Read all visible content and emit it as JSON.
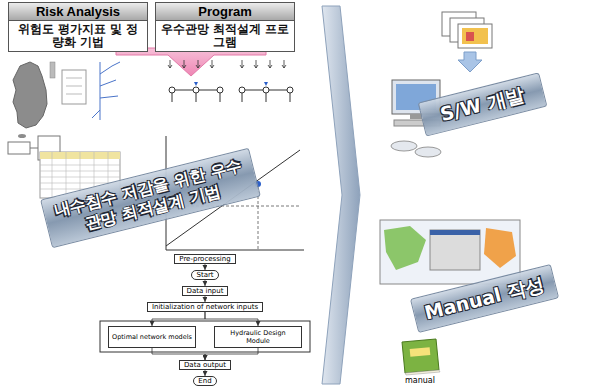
{
  "diagram": {
    "nodes": [
      {
        "text": [
          "Risk Analysis",
          "위험도 평가지표 및 정량화 기법"
        ]
      },
      {
        "text": [
          "Program",
          "우수관망 최적설계 프로그램"
        ]
      },
      {
        "text": [
          "내수침수 저감을 위한 우수관망 최적설계 기법"
        ]
      },
      {
        "text": [
          "Pre-processing"
        ]
      },
      {
        "text": [
          "Start"
        ]
      },
      {
        "text": [
          "Data input"
        ]
      },
      {
        "text": [
          "Initialization of network inputs"
        ]
      },
      {
        "text": [
          "Optimal network models"
        ]
      },
      {
        "text": [
          "Hydraulic Design Module"
        ]
      },
      {
        "text": [
          "Data output"
        ]
      },
      {
        "text": [
          "End"
        ]
      },
      {
        "text": [
          "S/W 개발"
        ]
      },
      {
        "text": [
          "Manual 작성"
        ]
      }
    ],
    "edges": [
      {
        "from": 3,
        "to": 4,
        "arrow": "to"
      },
      {
        "from": 4,
        "to": 5,
        "arrow": "to"
      },
      {
        "from": 5,
        "to": 6,
        "arrow": "to"
      },
      {
        "from": 6,
        "to": 7,
        "arrow": "to"
      },
      {
        "from": 6,
        "to": 8,
        "arrow": "to"
      },
      {
        "from": 7,
        "to": 9,
        "arrow": "to"
      },
      {
        "from": 8,
        "to": 9,
        "arrow": "to"
      },
      {
        "from": 9,
        "to": 10,
        "arrow": "to"
      }
    ],
    "labels": [
      "manual"
    ]
  }
}
